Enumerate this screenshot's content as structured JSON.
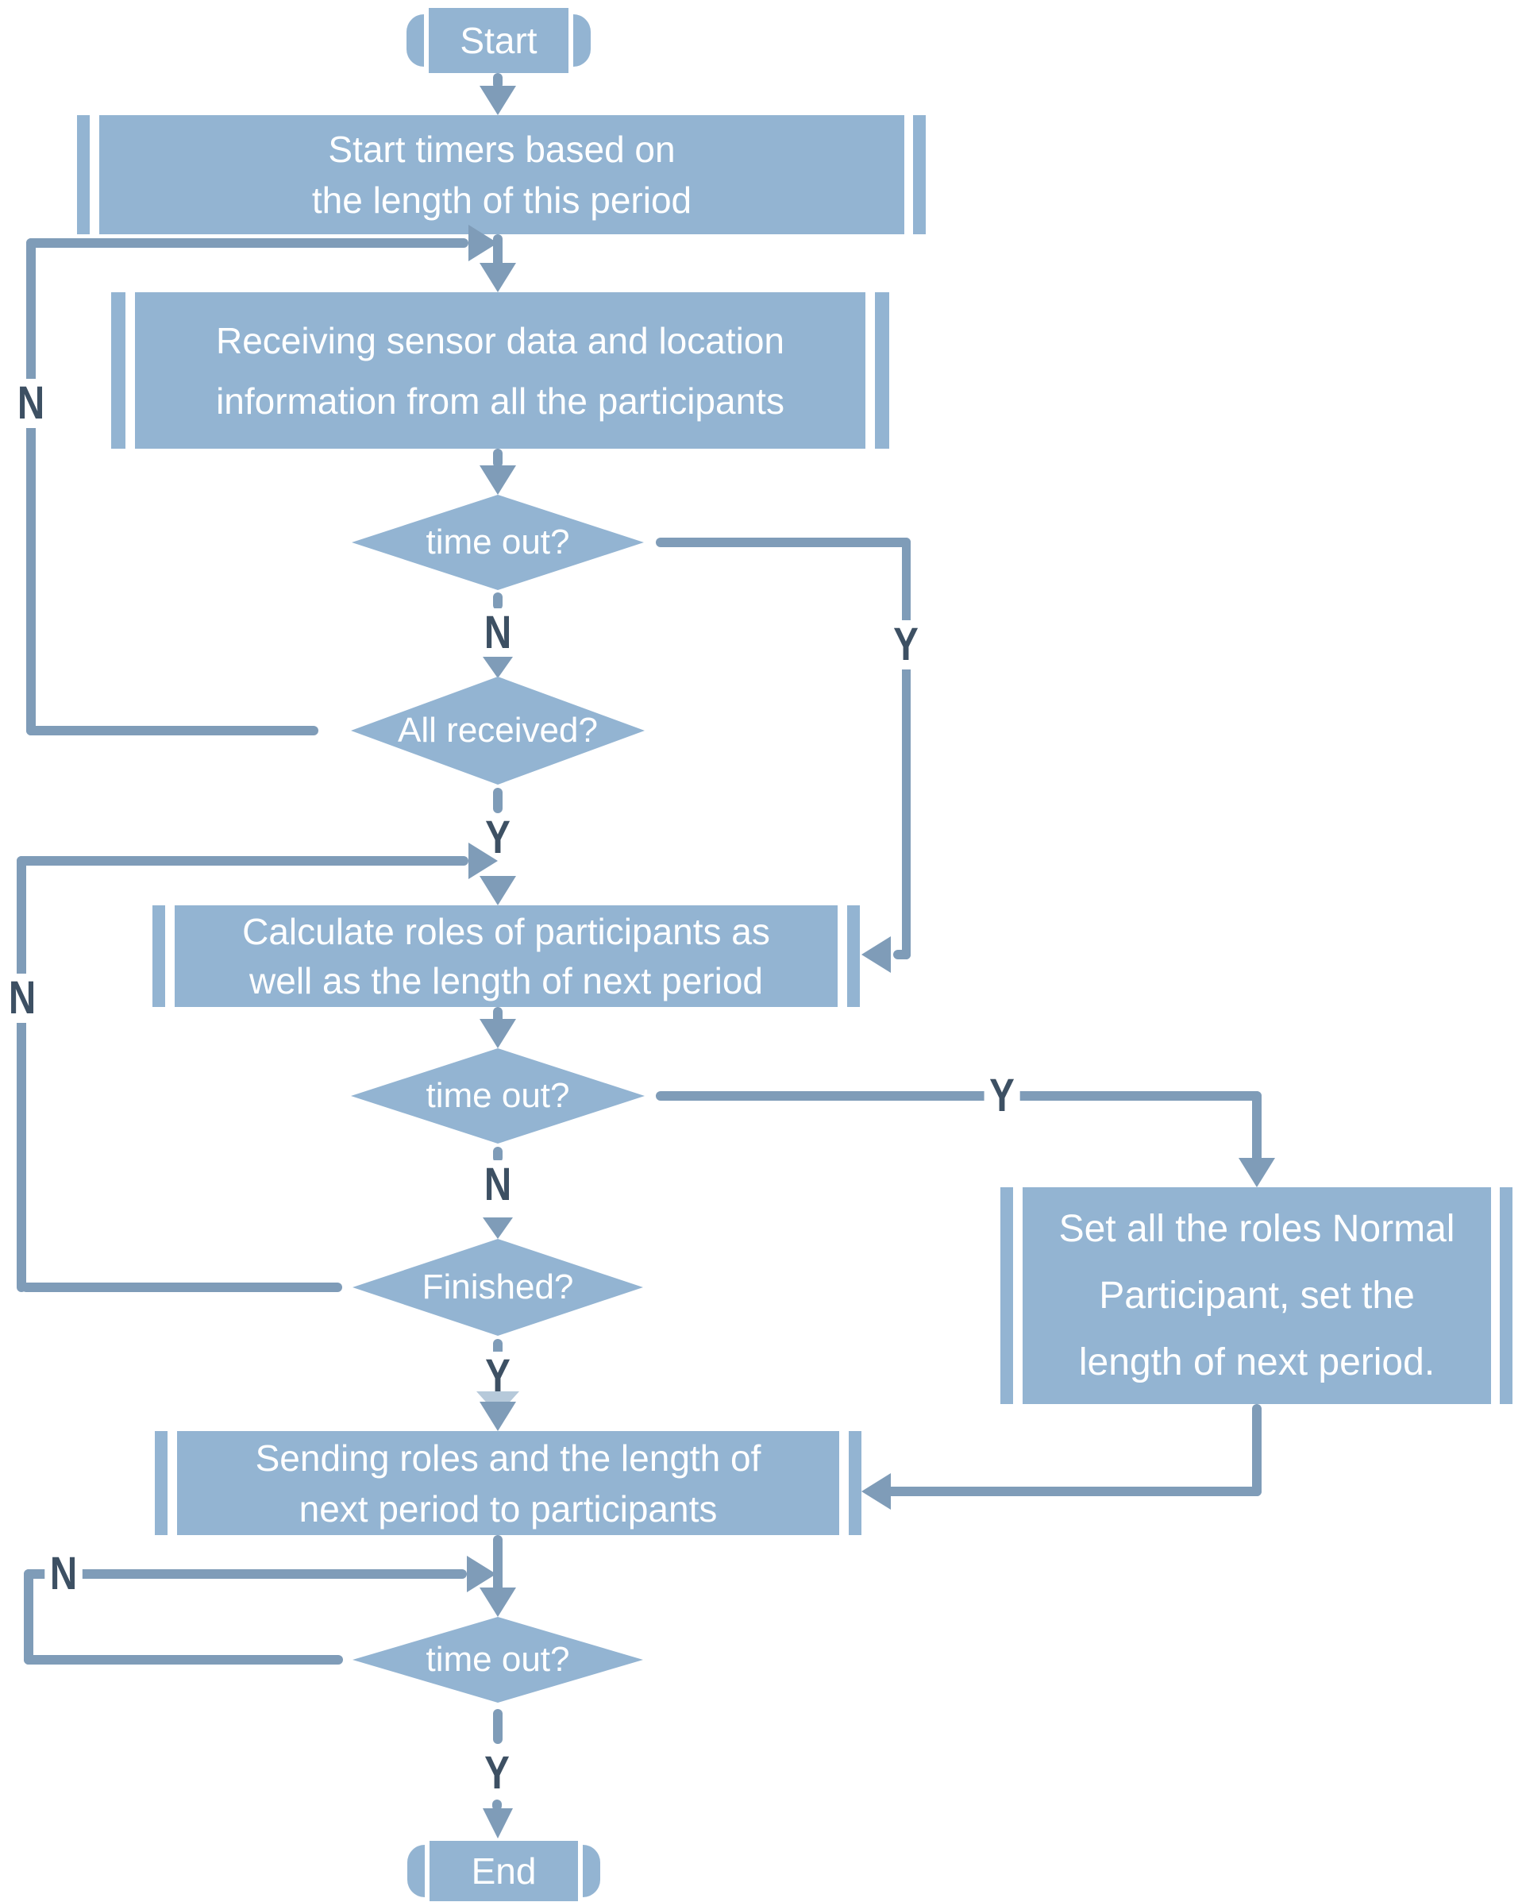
{
  "colors": {
    "shape_fill": "#93b4d2",
    "connector": "#7f9cb8",
    "label_text": "#3d5063",
    "shape_text": "#ffffff",
    "connector_light": "#b6c9da",
    "background": "#ffffff"
  },
  "nodes": {
    "start": {
      "label": "Start"
    },
    "start_timers": {
      "line1": "Start timers based on",
      "line2": "the length of this period"
    },
    "receiving": {
      "line1": "Receiving sensor data and location",
      "line2": "information from all the participants"
    },
    "timeout1": {
      "label": "time out?"
    },
    "all_received": {
      "label": "All received?"
    },
    "calculate": {
      "line1": "Calculate roles of participants as",
      "line2": "well as the length of next period"
    },
    "timeout2": {
      "label": "time out?"
    },
    "finished": {
      "label": "Finished?"
    },
    "set_roles": {
      "line1": "Set all the roles Normal",
      "line2": "Participant, set the",
      "line3": "length of next period."
    },
    "sending": {
      "line1": "Sending roles and the length of",
      "line2": "next period to participants"
    },
    "timeout3": {
      "label": "time out?"
    },
    "end": {
      "label": "End"
    }
  },
  "edge_labels": {
    "timeout1_no": "N",
    "timeout1_yes": "Y",
    "all_received_no": "N",
    "all_received_yes": "Y",
    "timeout2_no": "N",
    "timeout2_yes": "Y",
    "finished_no": "N",
    "finished_yes": "Y",
    "timeout3_no": "N",
    "timeout3_yes": "Y"
  }
}
